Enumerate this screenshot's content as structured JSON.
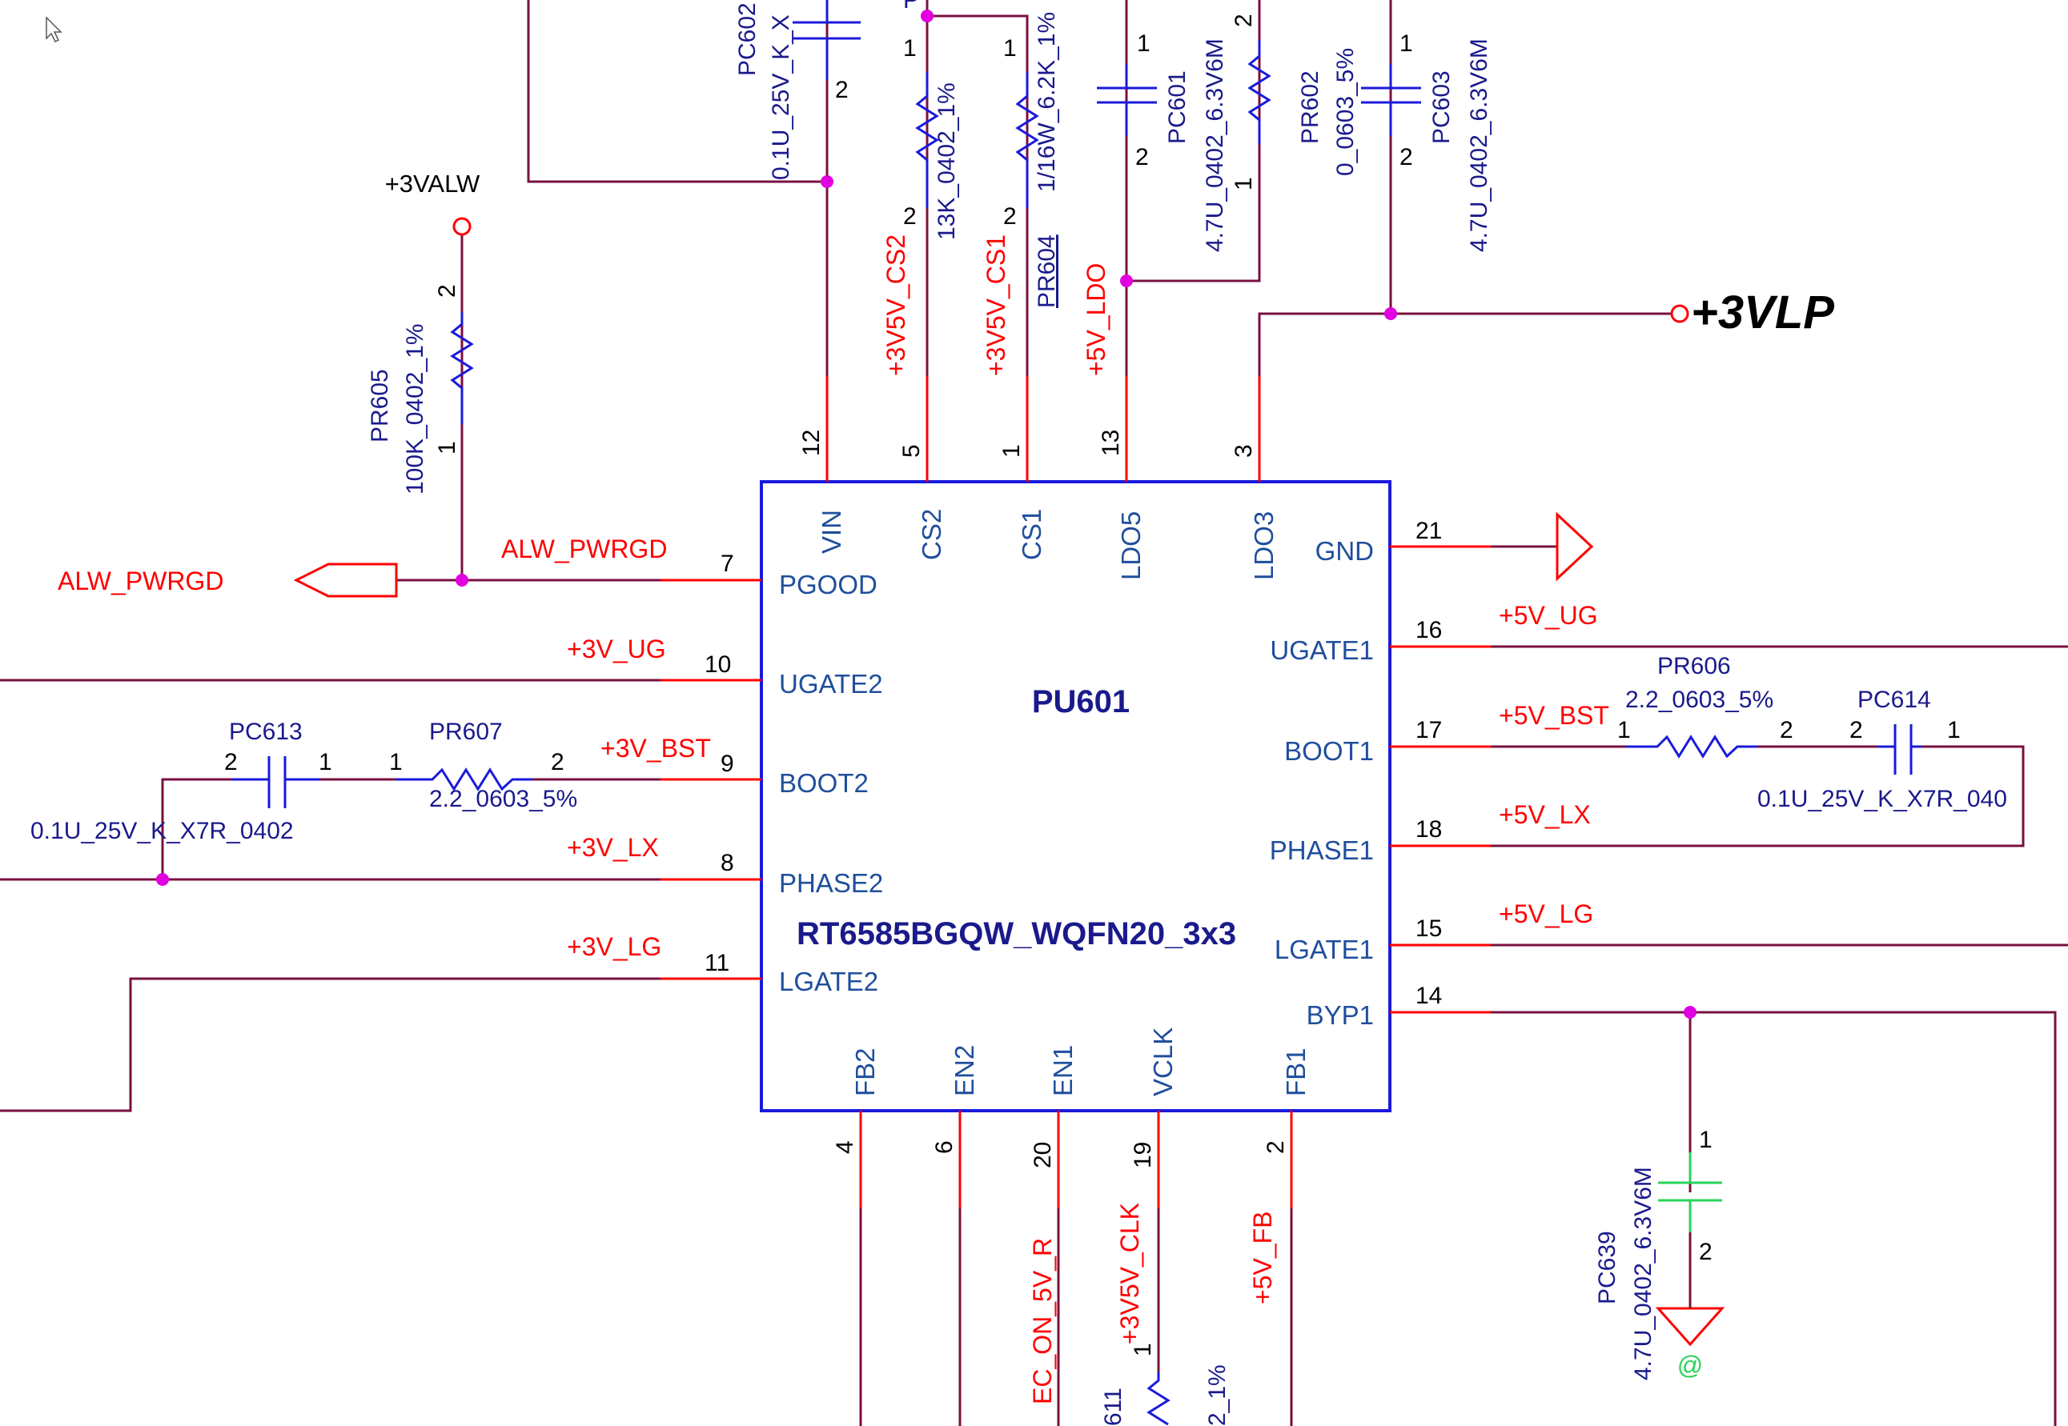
{
  "colors": {
    "wire": "#7a1040",
    "net_label": "#ff0000",
    "pin_label": "#1f4e9c",
    "component": "#1a1adc",
    "junction": "#e000e0",
    "chip_border": "#1a1adc",
    "green_cap": "#2bd35a"
  },
  "chip": {
    "refdes": "PU601",
    "part": "RT6585BGQW_WQFN20_3x3",
    "pins_top": [
      {
        "name": "VIN",
        "num": "12"
      },
      {
        "name": "CS2",
        "num": "5"
      },
      {
        "name": "CS1",
        "num": "1"
      },
      {
        "name": "LDO5",
        "num": "13"
      },
      {
        "name": "LDO3",
        "num": "3"
      }
    ],
    "pins_left": [
      {
        "name": "PGOOD",
        "num": "7",
        "net": "ALW_PWRGD"
      },
      {
        "name": "UGATE2",
        "num": "10",
        "net": "+3V_UG"
      },
      {
        "name": "BOOT2",
        "num": "9",
        "net": "+3V_BST"
      },
      {
        "name": "PHASE2",
        "num": "8",
        "net": "+3V_LX"
      },
      {
        "name": "LGATE2",
        "num": "11",
        "net": "+3V_LG"
      }
    ],
    "pins_right": [
      {
        "name": "GND",
        "num": "21",
        "net": ""
      },
      {
        "name": "UGATE1",
        "num": "16",
        "net": "+5V_UG"
      },
      {
        "name": "BOOT1",
        "num": "17",
        "net": "+5V_BST"
      },
      {
        "name": "PHASE1",
        "num": "18",
        "net": "+5V_LX"
      },
      {
        "name": "LGATE1",
        "num": "15",
        "net": "+5V_LG"
      },
      {
        "name": "BYP1",
        "num": "14",
        "net": ""
      }
    ],
    "pins_bottom": [
      {
        "name": "FB2",
        "num": "4",
        "net": ""
      },
      {
        "name": "EN2",
        "num": "6",
        "net": ""
      },
      {
        "name": "EN1",
        "num": "20",
        "net": "EC_ON_5V_R"
      },
      {
        "name": "VCLK",
        "num": "19",
        "net": "+3V5V_CLK"
      },
      {
        "name": "FB1",
        "num": "2",
        "net": "+5V_FB"
      }
    ]
  },
  "top_nets": {
    "cs2": "+3V5V_CS2",
    "cs1": "+3V5V_CS1",
    "ldo": "+5V_LDO"
  },
  "power": {
    "alw": "+3VALW",
    "vlp": "+3VLP",
    "alw_pwrgd_port": "ALW_PWRGD"
  },
  "components": {
    "PC602": {
      "ref": "PC602",
      "value": "0.1U_25V_K_X",
      "pin2": "2"
    },
    "PR_cs2": {
      "ref": "P",
      "value": "13K_0402_1%",
      "pin1": "1",
      "pin2": "2"
    },
    "PR604": {
      "ref": "PR604",
      "value": "1/16W_6.2K_1%",
      "pin1": "1",
      "pin2": "2"
    },
    "PC601": {
      "ref": "PC601",
      "value": "4.7U_0402_6.3V6M",
      "pin1": "1",
      "pin2": "2"
    },
    "PR602": {
      "ref": "PR602",
      "value": "0_0603_5%",
      "pin1": "1",
      "pin2": "2"
    },
    "PC603": {
      "ref": "PC603",
      "value": "4.7U_0402_6.3V6M",
      "pin1": "1",
      "pin2": "2"
    },
    "PR605": {
      "ref": "PR605",
      "value": "100K_0402_1%",
      "pin1": "1",
      "pin2": "2"
    },
    "PC613": {
      "ref": "PC613",
      "value": "0.1U_25V_K_X7R_0402",
      "pin1": "1",
      "pin2": "2"
    },
    "PR607": {
      "ref": "PR607",
      "value": "2.2_0603_5%",
      "pin1": "1",
      "pin2": "2"
    },
    "PR606": {
      "ref": "PR606",
      "value": "2.2_0603_5%",
      "pin1": "1",
      "pin2": "2"
    },
    "PC614": {
      "ref": "PC614",
      "value": "0.1U_25V_K_X7R_040",
      "pin1": "1",
      "pin2": "2"
    },
    "PC639": {
      "ref": "PC639",
      "value": "4.7U_0402_6.3V6M",
      "pin1": "1",
      "pin2": "2",
      "mark": "@"
    },
    "PR611": {
      "ref": "611",
      "value": "2_1%",
      "pin1": "1"
    }
  }
}
